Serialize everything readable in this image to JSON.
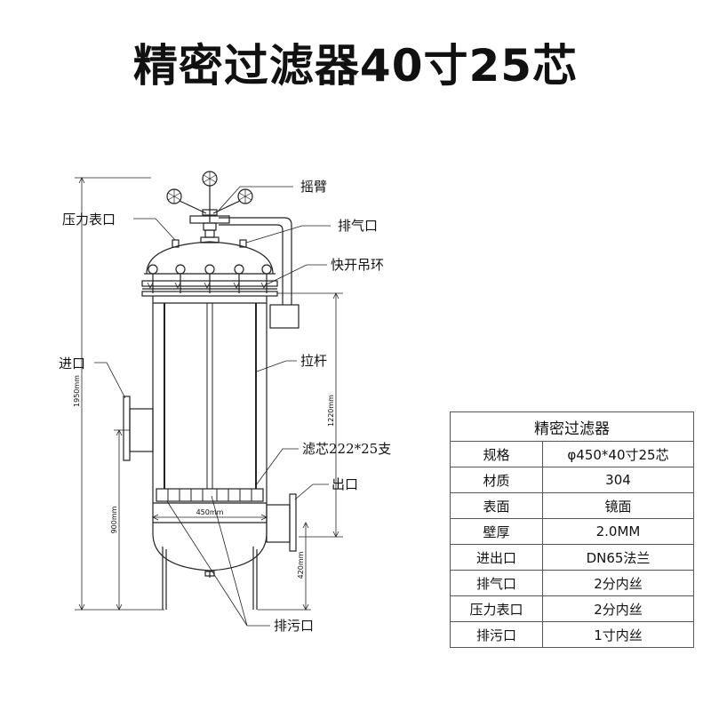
{
  "title": "精密过滤器40寸25芯",
  "diagram": {
    "labels": {
      "rocker_arm": "摇臂",
      "pressure_gauge_port": "压力表口",
      "vent_port": "排气口",
      "quick_open_lifting_ring": "快开吊环",
      "inlet": "进口",
      "tie_rod": "拉杆",
      "filter_cartridge": "滤芯222*25支",
      "outlet": "出口",
      "drain_port": "排污口"
    },
    "dimensions": {
      "total_height": "1950mm",
      "cartridge_length": "1220mm",
      "inlet_height": "900mm",
      "outlet_height": "420mm",
      "diameter": "450mm"
    }
  },
  "spec_table": {
    "title": "精密过滤器",
    "rows": [
      {
        "key": "规格",
        "value": "φ450*40寸25芯"
      },
      {
        "key": "材质",
        "value": "304"
      },
      {
        "key": "表面",
        "value": "镜面"
      },
      {
        "key": "壁厚",
        "value": "2.0MM"
      },
      {
        "key": "进出口",
        "value": "DN65法兰"
      },
      {
        "key": "排气口",
        "value": "2分内丝"
      },
      {
        "key": "压力表口",
        "value": "2分内丝"
      },
      {
        "key": "排污口",
        "value": "1寸内丝"
      }
    ]
  }
}
